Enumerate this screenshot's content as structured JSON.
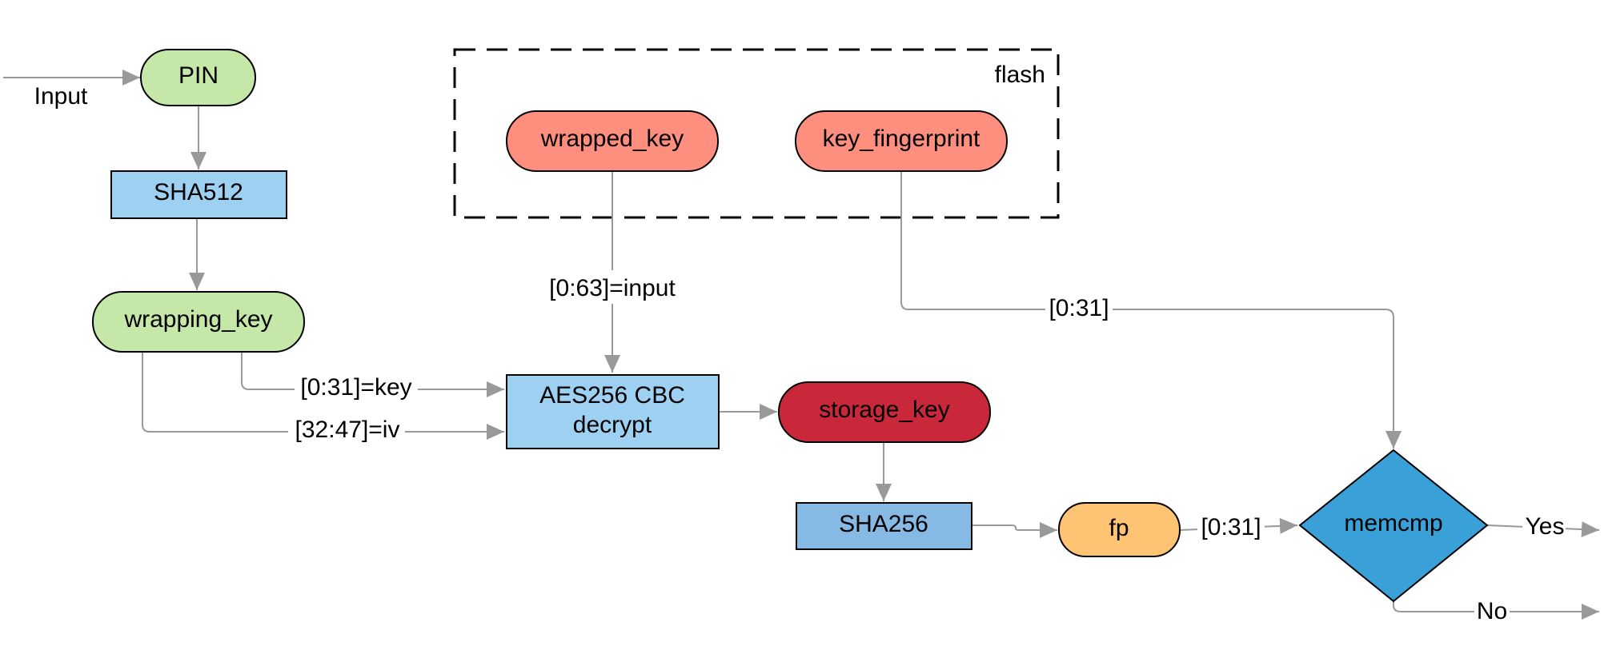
{
  "colors": {
    "green": "#c5e8a9",
    "blue_light": "#9ed0f2",
    "blue_mid": "#86b9e3",
    "salmon": "#fe8e7d",
    "red": "#c8283a",
    "orange": "#ffc374",
    "diamond_blue": "#3aa0d8",
    "edge": "#999999"
  },
  "nodes": {
    "pin": "PIN",
    "sha512": "SHA512",
    "wrapping_key": "wrapping_key",
    "wrapped_key": "wrapped_key",
    "key_fingerprint": "key_fingerprint",
    "aes_line1": "AES256 CBC",
    "aes_line2": "decrypt",
    "storage_key": "storage_key",
    "sha256": "SHA256",
    "fp": "fp",
    "memcmp": "memcmp"
  },
  "group": {
    "flash_label": "flash"
  },
  "edge_labels": {
    "input": "Input",
    "wrapped_input": "[0:63]=input",
    "key_slice": "[0:31]=key",
    "iv_slice": "[32:47]=iv",
    "fingerprint_slice": "[0:31]",
    "fp_slice": "[0:31]",
    "yes": "Yes",
    "no": "No"
  }
}
